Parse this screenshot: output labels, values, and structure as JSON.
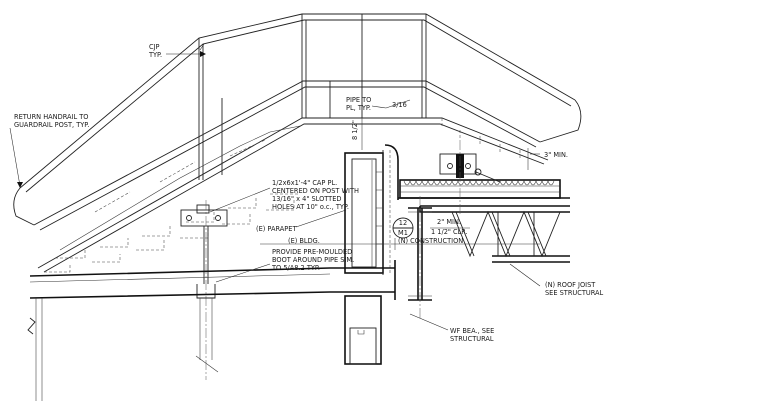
{
  "annotations": {
    "cjp_line1": "CJP",
    "cjp_line2": "TYP.",
    "return_handrail_line1": "RETURN HANDRAIL TO",
    "return_handrail_line2": "GUARDRAIL POST, TYP.",
    "pipe_to_pl_line1": "PIPE TO",
    "pipe_to_pl_line2": "PL, TYP.",
    "weld_size": "3/16",
    "dim_8_half": "8 1/2\"",
    "dim_3_min": "3\" MIN.",
    "cap_pl_line1": "1/2x6x1'-4\" CAP PL.",
    "cap_pl_line2": "CENTERED ON POST WITH",
    "cap_pl_line3": "13/16\" x 4\" SLOTTED",
    "cap_pl_line4": "HOLES AT 10\" o.c., TYP.",
    "parapet": "(E) PARAPET",
    "dim_2_min": "2\" MIN.",
    "dim_1_half_clr": "1 1/2\" CLR.",
    "bldg": "(E) BLDG.",
    "construction": "(N) CONSTRUCTION",
    "boot_line1": "PROVIDE PRE-MOULDED",
    "boot_line2": "BOOT AROUND PIPE SIM.",
    "boot_line3": "TO 5/A8.2 TYP.",
    "detail_number": "12",
    "detail_sheet": "M1",
    "roof_joist_line1": "(N) ROOF JOIST",
    "roof_joist_line2": "SEE STRUCTURAL",
    "wf_beam_line1": "WF BEA., SEE",
    "wf_beam_line2": "STRUCTURAL"
  }
}
